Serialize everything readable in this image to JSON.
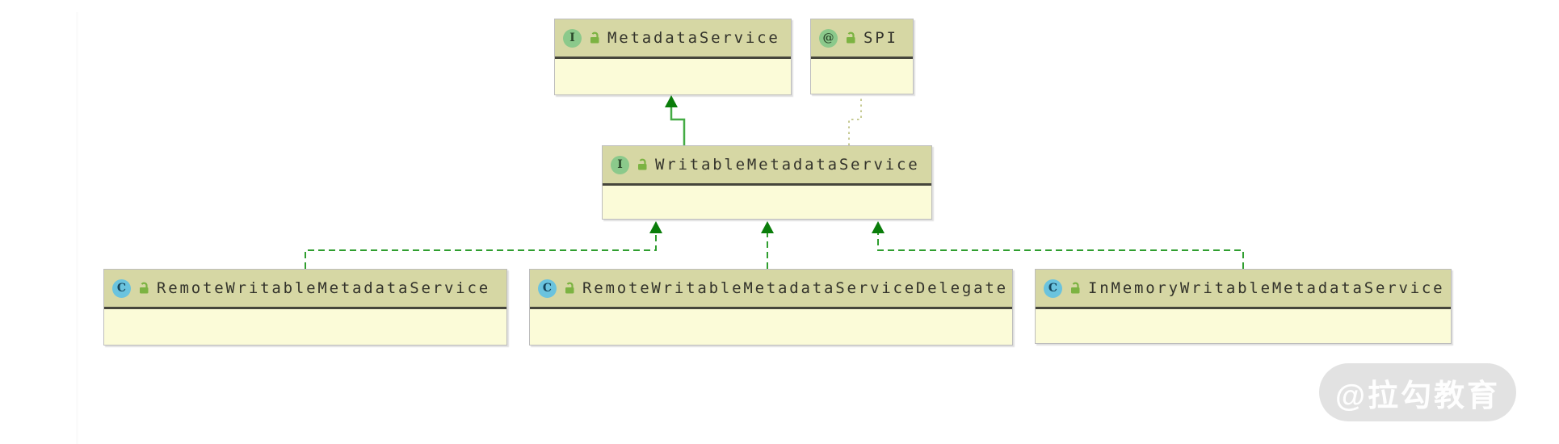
{
  "diagram": {
    "type": "uml-class-diagram",
    "nodes": [
      {
        "name": "MetadataService",
        "kind": "interface",
        "type_letter": "I"
      },
      {
        "name": "SPI",
        "kind": "annotation",
        "type_letter": "@"
      },
      {
        "name": "WritableMetadataService",
        "kind": "interface",
        "type_letter": "I"
      },
      {
        "name": "RemoteWritableMetadataService",
        "kind": "class",
        "type_letter": "C"
      },
      {
        "name": "RemoteWritableMetadataServiceDelegate",
        "kind": "class",
        "type_letter": "C"
      },
      {
        "name": "InMemoryWritableMetadataService",
        "kind": "class",
        "type_letter": "C"
      }
    ],
    "edges": [
      {
        "from": "WritableMetadataService",
        "to": "MetadataService",
        "relation": "extends",
        "style": "solid-green-arrow"
      },
      {
        "from": "WritableMetadataService",
        "to": "SPI",
        "relation": "annotated-with",
        "style": "dotted-pale"
      },
      {
        "from": "RemoteWritableMetadataService",
        "to": "WritableMetadataService",
        "relation": "implements",
        "style": "dashed-green-arrow"
      },
      {
        "from": "RemoteWritableMetadataServiceDelegate",
        "to": "WritableMetadataService",
        "relation": "implements",
        "style": "dashed-green-arrow"
      },
      {
        "from": "InMemoryWritableMetadataService",
        "to": "WritableMetadataService",
        "relation": "implements",
        "style": "dashed-green-arrow"
      }
    ],
    "colors": {
      "node_header_bg": "#d6d7a4",
      "node_body_bg": "#fbfbd8",
      "header_separator": "#45453b",
      "node_border": "#bdbdbd",
      "solid_edge": "#44ab44",
      "dashed_edge": "#2f9e2f",
      "dotted_edge": "#c6ca93",
      "arrowhead_fill": "#0a7d0a",
      "interface_icon_bg": "#8bc98b",
      "annotation_icon_bg": "#8bc98b",
      "class_icon_bg": "#6ac3de",
      "padlock_green": "#7cb342"
    },
    "watermark": {
      "text": "@拉勾教育"
    }
  }
}
